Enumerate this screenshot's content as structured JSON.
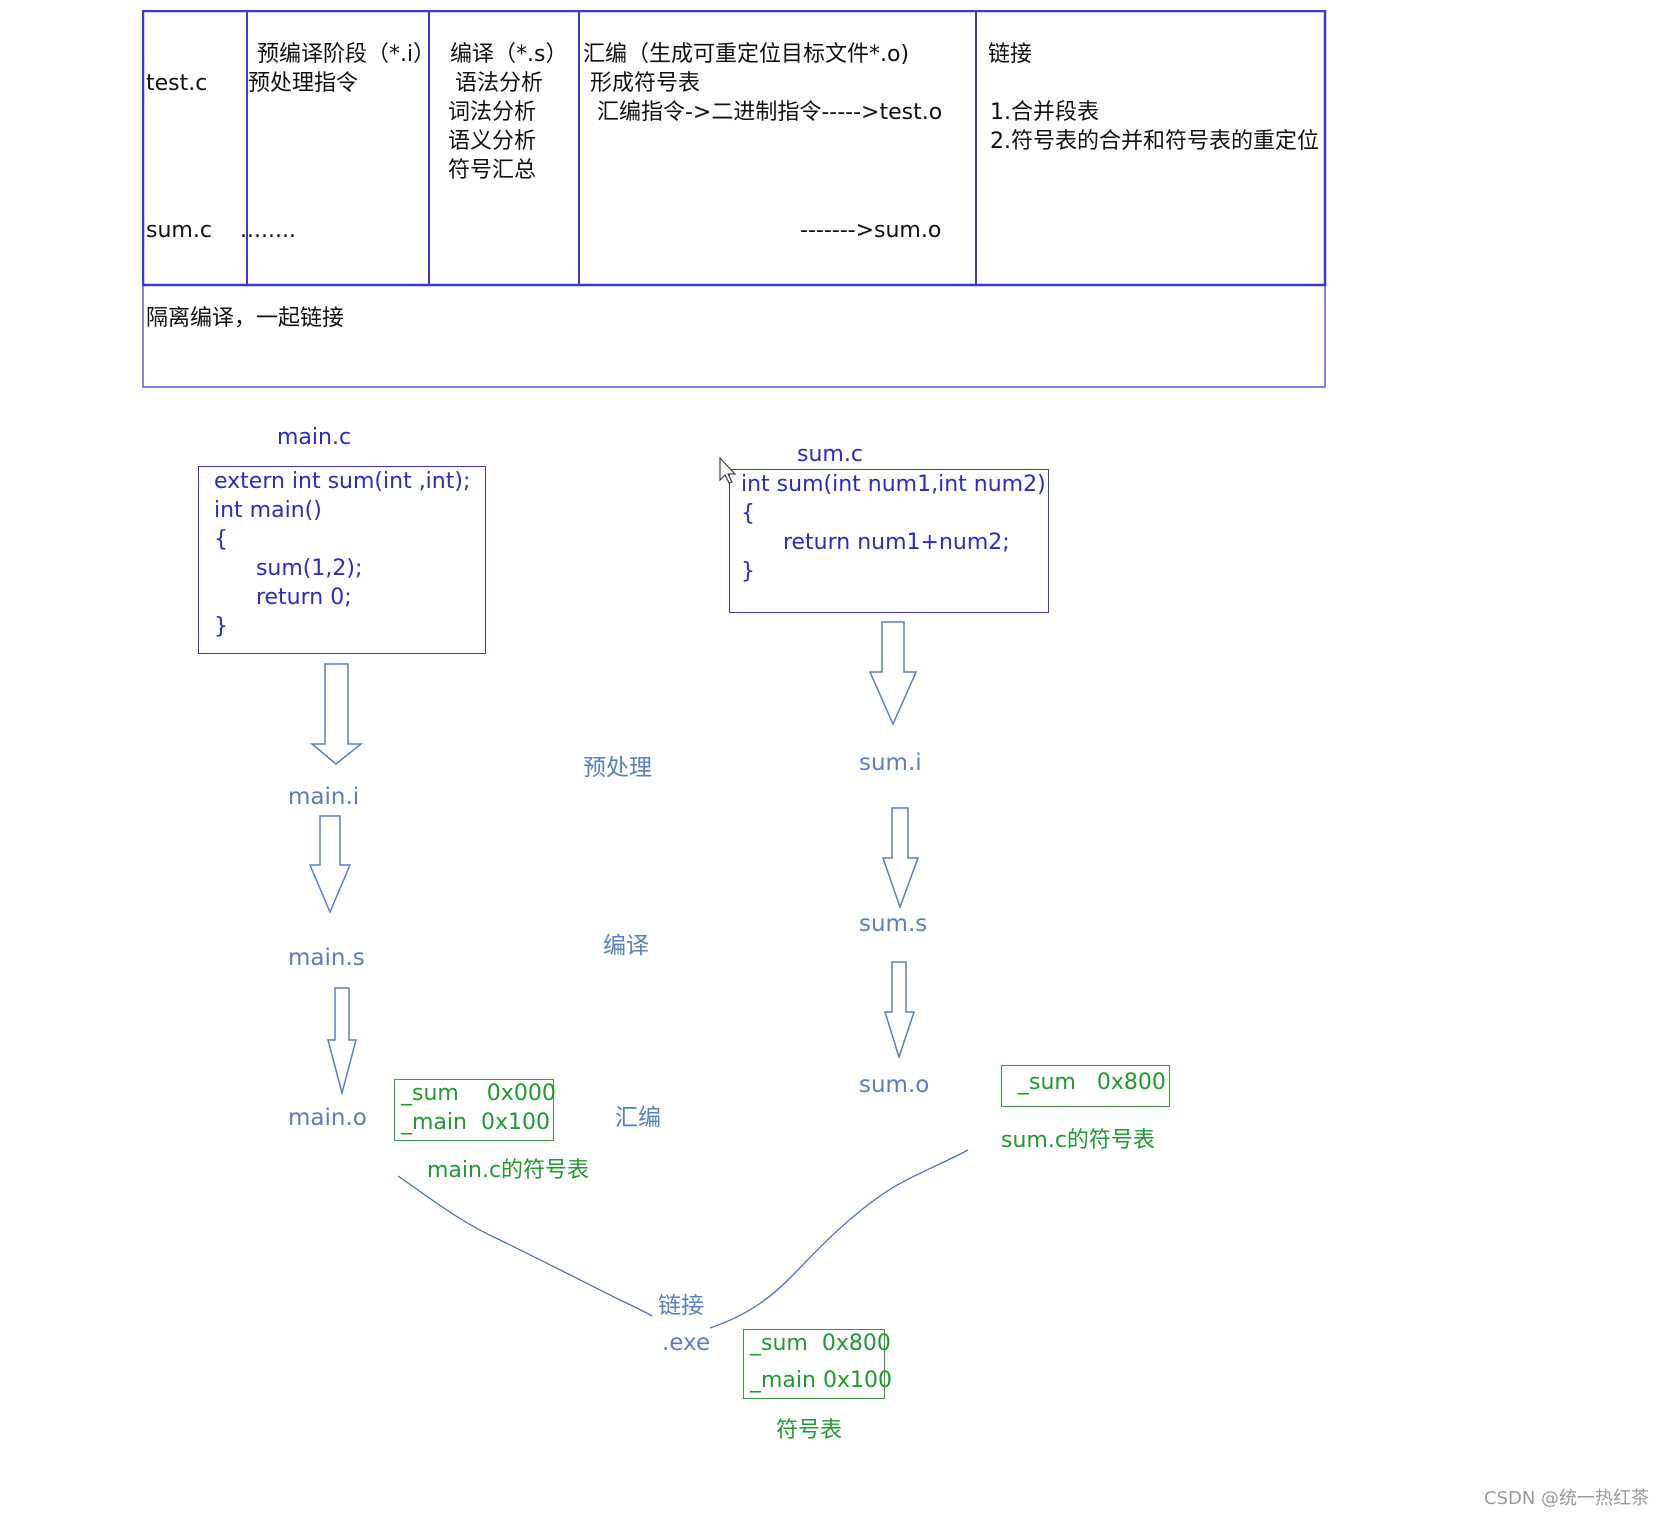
{
  "table": {
    "row1": {
      "test_c": "test.c",
      "sum_c": "sum.c",
      "pre_title": " 预编译阶段（*.i）",
      "pre_line2": "预处理指令",
      "pre_dots": "........",
      "compile_title": "编译（*.s）",
      "compile_lines": [
        " 语法分析",
        "词法分析",
        "语义分析",
        "符号汇总"
      ],
      "assemble_title": "汇编（生成可重定位目标文件*.o)",
      "assemble_line2": " 形成符号表",
      "assemble_line3": "  汇编指令->二进制指令----->test.o",
      "assemble_sum": "------->sum.o",
      "link_title": "链接",
      "link_line1": "1.合并段表",
      "link_line2": "2.符号表的合并和符号表的重定位"
    },
    "row2": "隔离编译，一起链接"
  },
  "main_c": {
    "label": "main.c",
    "code": [
      "extern int sum(int ,int);",
      "int main()",
      "{",
      "      sum(1,2);",
      "      return 0;",
      "}"
    ]
  },
  "sum_c": {
    "label": "sum.c",
    "code": [
      "int sum(int num1,int num2)",
      "{",
      "      return num1+num2;",
      "}"
    ]
  },
  "stages": {
    "preprocess": "预处理",
    "compile": "编译",
    "assemble": "汇编",
    "link": "链接"
  },
  "files": {
    "main_i": "main.i",
    "main_s": "main.s",
    "main_o": "main.o",
    "sum_i": "sum.i",
    "sum_s": "sum.s",
    "sum_o": "sum.o",
    "exe": ".exe"
  },
  "symbols": {
    "main": {
      "rows": [
        "_sum    0x000",
        "_main  0x100"
      ],
      "caption": "main.c的符号表"
    },
    "sum": {
      "rows": [
        "_sum   0x800"
      ],
      "caption": "sum.c的符号表"
    },
    "exe": {
      "rows": [
        "_sum  0x800",
        "_main 0x100"
      ],
      "caption": "符号表"
    }
  },
  "watermark": "CSDN @统一热红茶",
  "colors": {
    "table_border": "#3a3ad0",
    "code": "#2b2bc8",
    "stage": "#5a7fbf",
    "symbol": "#1f9a2f"
  }
}
